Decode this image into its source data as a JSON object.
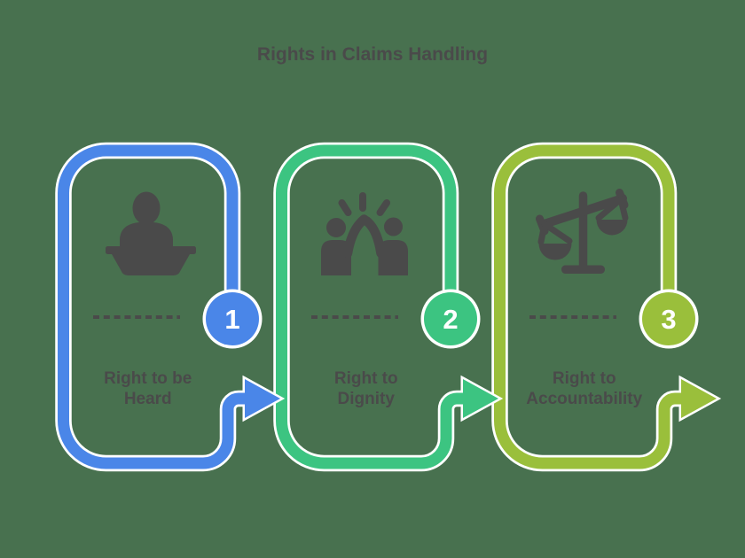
{
  "title": "Rights in Claims Handling",
  "colors": {
    "background": "#48714f",
    "card1": "#4a86e8",
    "card2": "#3cc481",
    "card3": "#9abf3b",
    "outline": "#ffffff",
    "text": "#4a4a4a",
    "icon": "#4a4a4a",
    "badge_number": "#ffffff"
  },
  "cards": [
    {
      "number": "1",
      "label_lines": [
        "Right to be",
        "Heard"
      ],
      "icon": "lectern-speaker-icon",
      "color": "#4a86e8"
    },
    {
      "number": "2",
      "label_lines": [
        "Right to",
        "Dignity"
      ],
      "icon": "high-five-icon",
      "color": "#3cc481"
    },
    {
      "number": "3",
      "label_lines": [
        "Right to",
        "Accountability"
      ],
      "icon": "scales-icon",
      "color": "#9abf3b"
    }
  ]
}
